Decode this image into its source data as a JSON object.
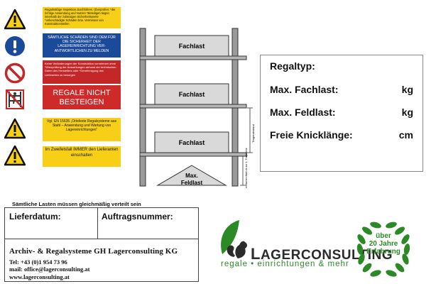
{
  "signs": [
    {
      "text": "Regalmäßige Inspektion durchführen. Überprüfen: *die richtige Anwendung und Nutzen *Beteiligen tiegen innerhalb der zulässigen Sicherheitswerte *unbeschädigte Schäden bzw. Vermissen von Konstruktionsteilen"
    },
    {
      "text": "SÄMTLICHE SCHÄDEN SIND DEM FÜR DIE SICHERHEIT DER LAGEREINRICHTUNG VER-ANTWORTLICHEN ZU MELDEN"
    },
    {
      "text": "Keine Veränderungen der Konstruktion vornehmen ohne *Überprüfung der Auswirkungen anhand der technischen Daten des Herstellers oder *Genehmigung des Lieferanten zu besorgen"
    },
    {
      "text": "REGALE NICHT BESTEIGEN"
    },
    {
      "text": "Vgl. EN 15635 „Ortsfeste Regalsysteme aus Stahl – Anwendung und Wartung von Lagereinrichtungen“"
    },
    {
      "text": "Im Zweifelsfall IMMER den Lieferanten einschalten"
    }
  ],
  "rack": {
    "shelf_labels": [
      "Fachlast",
      "Fachlast",
      "Fachlast"
    ],
    "floor_label": "Max. Feldlast",
    "dim_label_upper": "Tragerabstand",
    "dim_label_lower": "einfachen Maß zb zur 1. Tragebene"
  },
  "info": {
    "regaltyp_label": "Regaltyp:",
    "fachlast_label": "Max. Fachlast:",
    "fachlast_unit": "kg",
    "feldlast_label": "Max. Feldlast:",
    "feldlast_unit": "kg",
    "knicklaenge_label": "Freie Knicklänge:",
    "knicklaenge_unit": "cm"
  },
  "form": {
    "note": "Sämtliche Lasten müssen gleichmäßig verteilt sein",
    "lieferdatum_label": "Lieferdatum:",
    "auftragsnummer_label": "Auftragsnummer:",
    "company": "Archiv- & Regalsysteme GH Lagerconsulting KG",
    "tel": "Tel: +43 (0)1 954 73 96",
    "mail": "mail: office@lagerconsulting.at",
    "web": "www.lagerconsulting.at"
  },
  "logo": {
    "brand_prefix": "L",
    "brand_rest": "AGERCONSULTING",
    "tagline": "regale • einrichtungen & mehr",
    "colors": {
      "green": "#2b8a25",
      "dark": "#2b2b2b"
    }
  },
  "badge": {
    "line1": "über",
    "line2": "20 Jahre",
    "line3": "Erfahrung"
  },
  "colors": {
    "sign_yellow": "#f7cf17",
    "sign_blue": "#1c4a9a",
    "sign_red": "#c32727",
    "rack_grey": "#d9d9d9"
  }
}
